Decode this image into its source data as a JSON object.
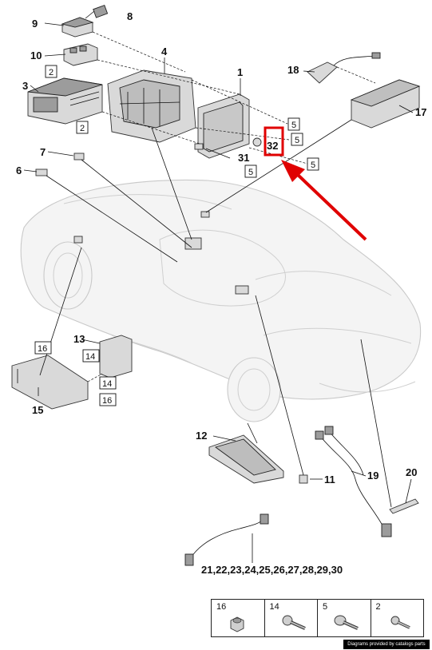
{
  "diagram": {
    "callouts": {
      "c1": "1",
      "c3": "3",
      "c4": "4",
      "c6": "6",
      "c7": "7",
      "c8": "8",
      "c9": "9",
      "c10": "10",
      "c11": "11",
      "c12": "12",
      "c13": "13",
      "c15": "15",
      "c17": "17",
      "c18": "18",
      "c19": "19",
      "c20": "20",
      "c31": "31",
      "c32": "32",
      "c21to30": "21,22,23,24,25,26,27,28,29,30"
    },
    "boxed": {
      "b2a": "2",
      "b2b": "2",
      "b5a": "5",
      "b5b": "5",
      "b5c": "5",
      "b5d": "5",
      "b16a": "16",
      "b14a": "14",
      "b14b": "14",
      "b16b": "16"
    },
    "highlight_color": "#e00000"
  },
  "legend": {
    "items": [
      {
        "number": "16",
        "icon": "nut-icon"
      },
      {
        "number": "14",
        "icon": "screw-icon"
      },
      {
        "number": "5",
        "icon": "screw-icon"
      },
      {
        "number": "2",
        "icon": "screw-icon"
      }
    ]
  },
  "credit": "Diagrams provided by catalogs parts"
}
